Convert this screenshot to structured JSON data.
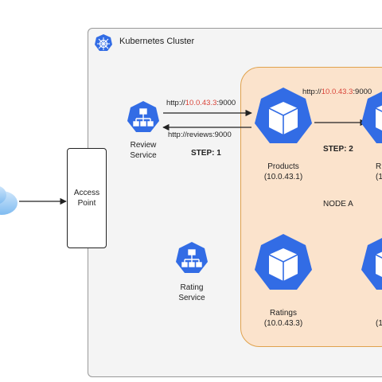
{
  "cluster": {
    "title": "Kubernetes Cluster"
  },
  "node": {
    "label": "NODE A"
  },
  "access_point": {
    "label": "Access\nPoint"
  },
  "services": [
    {
      "line1": "Review",
      "line2": "Service"
    },
    {
      "line1": "Rating",
      "line2": "Service"
    }
  ],
  "pods": [
    {
      "name": "Products",
      "ip": "(10.0.43.1)"
    },
    {
      "name": "Ratings",
      "ip": "(10.0.43.3)"
    },
    {
      "name": "R",
      "ip": "(1"
    },
    {
      "name": "",
      "ip": "(1"
    }
  ],
  "edges": {
    "req1": {
      "prefix": "http://",
      "ip": "10.0.43.3",
      "port": ":9000"
    },
    "resp1": {
      "text": "http://reviews:9000"
    },
    "req2": {
      "prefix": "http://",
      "ip": "10.0.43.3",
      "port": ":9000"
    }
  },
  "steps": {
    "step1": "STEP: 1",
    "step2": "STEP: 2"
  },
  "colors": {
    "k8s_blue": "#326ce5",
    "ip_red": "#d9453a",
    "node_fill": "#fbe3cc",
    "node_border": "#e0a24d",
    "cloud": "#a9d2f5"
  },
  "icons": [
    "kubernetes-logo-icon",
    "service-network-icon",
    "pod-cube-icon",
    "cloud-icon"
  ]
}
